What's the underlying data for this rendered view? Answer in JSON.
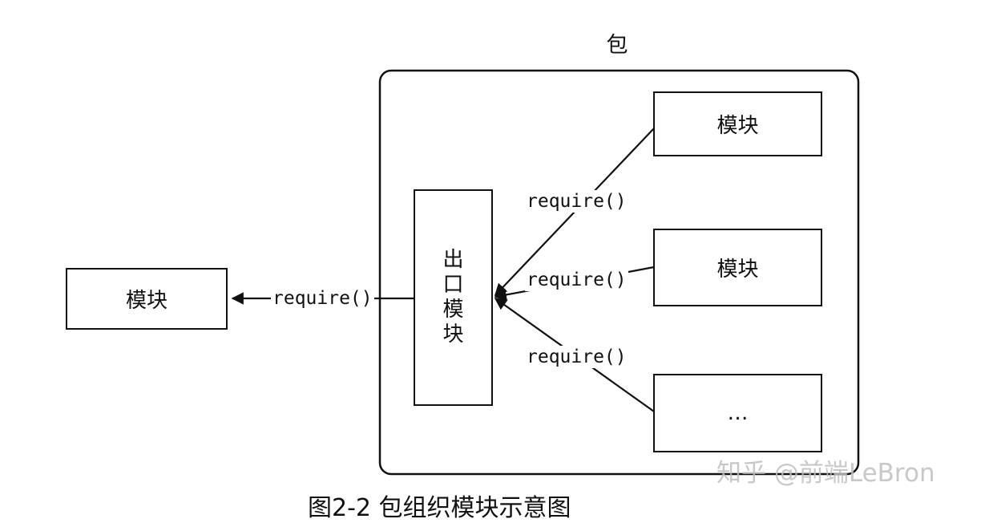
{
  "diagram": {
    "package_label": "包",
    "outside_module": "模块",
    "exit_module_chars": [
      "出",
      "口",
      "模",
      "块"
    ],
    "inner_modules": [
      "模块",
      "模块",
      "…"
    ],
    "require_outer": "require()",
    "require_labels": [
      "require()",
      "require()",
      "require()"
    ]
  },
  "watermark": "知乎 @前端LeBron",
  "caption": "图2-2 包组织模块示意图"
}
